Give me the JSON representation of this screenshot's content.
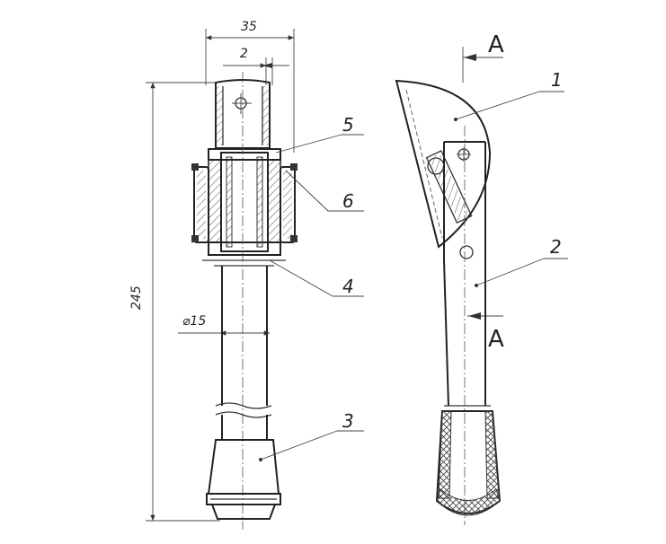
{
  "dimensions": {
    "width_overall": "35",
    "gap": "2",
    "height_overall": "245",
    "diameter": "⌀15"
  },
  "callouts": {
    "c1": "1",
    "c2": "2",
    "c3": "3",
    "c4": "4",
    "c5": "5",
    "c6": "6"
  },
  "section": {
    "top": "A",
    "bottom": "A"
  }
}
